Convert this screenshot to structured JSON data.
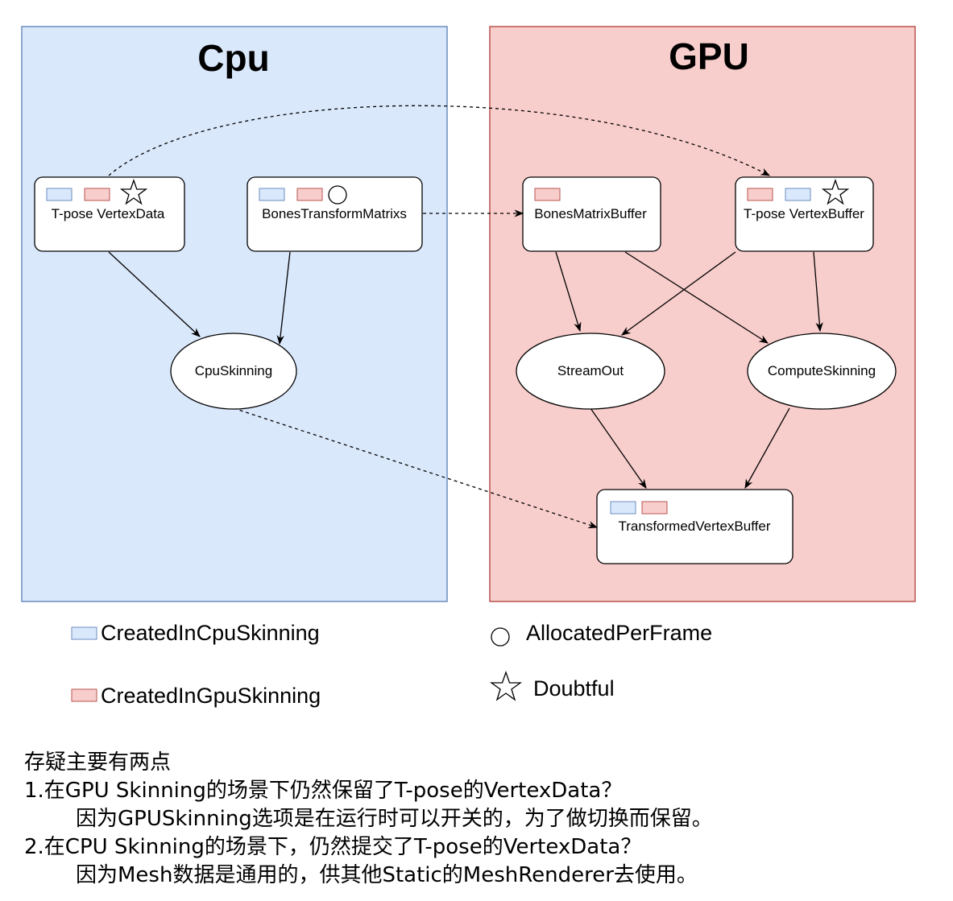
{
  "panels": {
    "cpu_title": "Cpu",
    "gpu_title": "GPU"
  },
  "colors": {
    "cpu_fill": "#dae8fc",
    "cpu_border": "#6c8ebf",
    "gpu_fill": "#f8cecc",
    "gpu_border": "#b85450"
  },
  "nodes": {
    "tpose_vertex_data": "T-pose VertexData",
    "bones_transform_matrixs": "BonesTransformMatrixs",
    "bones_matrix_buffer": "BonesMatrixBuffer",
    "tpose_vertex_buffer": "T-pose VertexBuffer",
    "cpu_skinning": "CpuSkinning",
    "stream_out": "StreamOut",
    "compute_skinning": "ComputeSkinning",
    "transformed_vertex_buffer": "TransformedVertexBuffer"
  },
  "legend": {
    "cpu_created": "CreatedInCpuSkinning",
    "gpu_created": "CreatedInGpuSkinning",
    "allocated_per_frame": "AllocatedPerFrame",
    "doubtful": "Doubtful"
  },
  "notes": {
    "heading": "存疑主要有两点",
    "q1": "1.在GPU Skinning的场景下仍然保留了T-pose的VertexData？",
    "a1": "因为GPUSkinning选项是在运行时可以开关的，为了做切换而保留。",
    "q2": "2.在CPU Skinning的场景下，仍然提交了T-pose的VertexData？",
    "a2": "因为Mesh数据是通用的，供其他Static的MeshRenderer去使用。"
  }
}
